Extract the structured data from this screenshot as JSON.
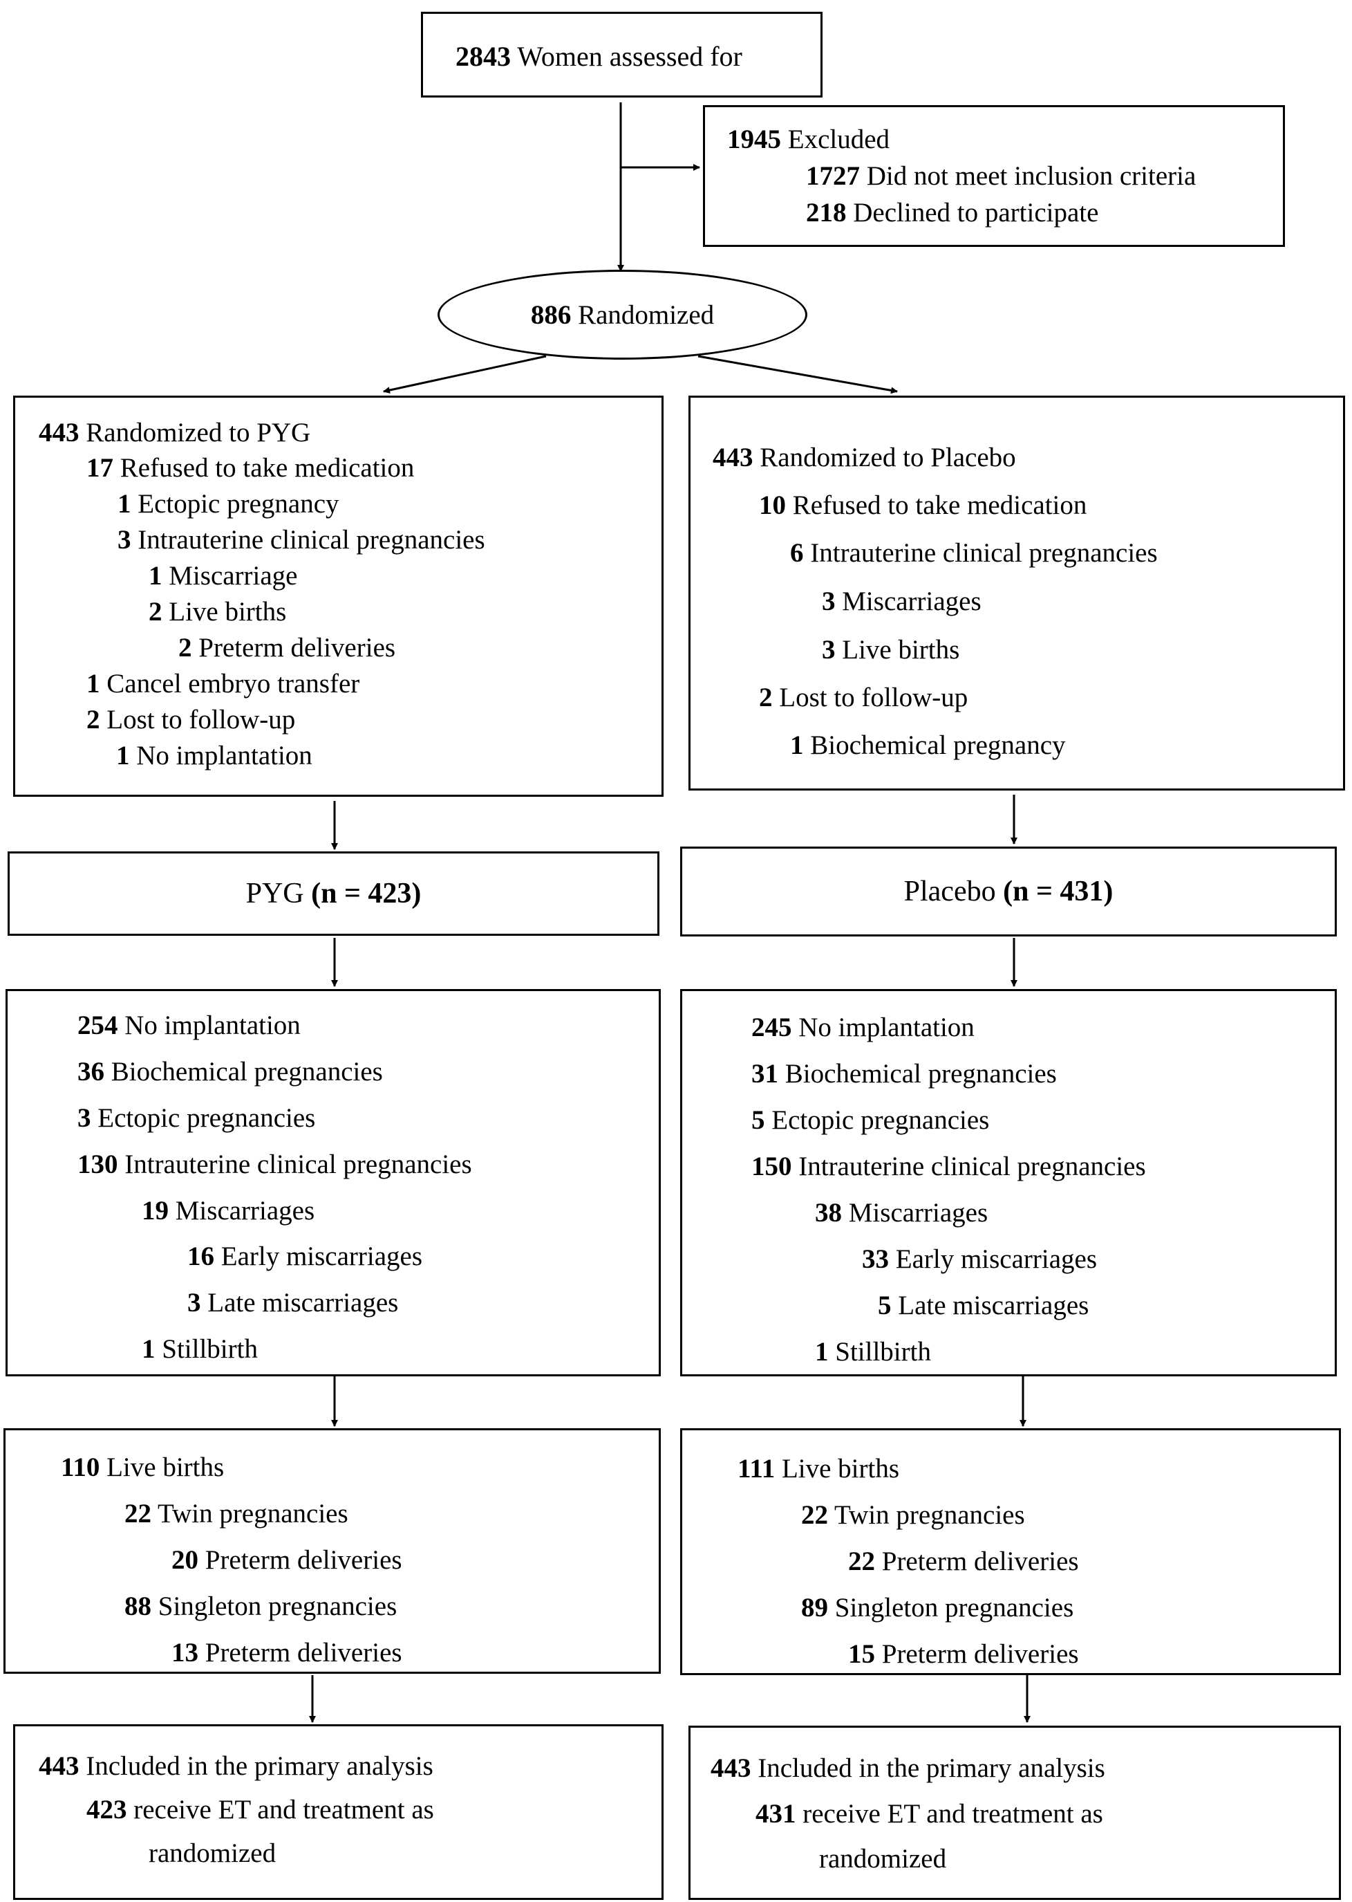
{
  "enrollment": {
    "assessed": {
      "count": "2843",
      "label": "Women assessed for"
    },
    "excluded": {
      "count": "1945",
      "label": "Excluded",
      "items": [
        {
          "count": "1727",
          "label": "Did not meet inclusion criteria"
        },
        {
          "count": "218",
          "label": "Declined to participate"
        }
      ]
    },
    "randomized": {
      "count": "886",
      "label": "Randomized"
    }
  },
  "pyg": {
    "allocation": [
      {
        "count": "443",
        "label": "Randomized to PYG"
      },
      {
        "count": "17",
        "label": "Refused to take medication"
      },
      {
        "count": "1",
        "label": "Ectopic pregnancy"
      },
      {
        "count": "3",
        "label": "Intrauterine clinical pregnancies"
      },
      {
        "count": "1",
        "label": "Miscarriage"
      },
      {
        "count": "2",
        "label": "Live births"
      },
      {
        "count": "2",
        "label": "Preterm deliveries"
      },
      {
        "count": "1",
        "label": "Cancel embryo transfer"
      },
      {
        "count": "2",
        "label": "Lost to follow-up"
      },
      {
        "count": "1",
        "label": "No implantation"
      }
    ],
    "group": {
      "name": "PYG",
      "n_label": "(n = 423)"
    },
    "outcomes": [
      {
        "count": "254",
        "label": "No implantation"
      },
      {
        "count": "36",
        "label": "Biochemical pregnancies"
      },
      {
        "count": "3",
        "label": "Ectopic pregnancies"
      },
      {
        "count": "130",
        "label": "Intrauterine clinical pregnancies"
      },
      {
        "count": "19",
        "label": "Miscarriages"
      },
      {
        "count": "16",
        "label": "Early miscarriages"
      },
      {
        "count": "3",
        "label": "Late miscarriages"
      },
      {
        "count": "1",
        "label": "Stillbirth"
      }
    ],
    "births": [
      {
        "count": "110",
        "label": "Live births"
      },
      {
        "count": "22",
        "label": "Twin pregnancies"
      },
      {
        "count": "20",
        "label": "Preterm deliveries"
      },
      {
        "count": "88",
        "label": "Singleton pregnancies"
      },
      {
        "count": "13",
        "label": "Preterm deliveries"
      }
    ],
    "analysis": {
      "count": "443",
      "label": "Included in the primary analysis",
      "sub_count": "423",
      "sub_label": "receive ET and treatment as",
      "sub_label_2": "randomized"
    }
  },
  "placebo": {
    "allocation": [
      {
        "count": "443",
        "label": "Randomized to Placebo"
      },
      {
        "count": "10",
        "label": "Refused to take medication"
      },
      {
        "count": "6",
        "label": "Intrauterine clinical pregnancies"
      },
      {
        "count": "3",
        "label": "Miscarriages"
      },
      {
        "count": "3",
        "label": "Live births"
      },
      {
        "count": "2",
        "label": "Lost to follow-up"
      },
      {
        "count": "1",
        "label": "Biochemical pregnancy"
      }
    ],
    "group": {
      "name": "Placebo",
      "n_label": "(n = 431)"
    },
    "outcomes": [
      {
        "count": "245",
        "label": "No implantation"
      },
      {
        "count": "31",
        "label": "Biochemical pregnancies"
      },
      {
        "count": "5",
        "label": "Ectopic pregnancies"
      },
      {
        "count": "150",
        "label": "Intrauterine clinical pregnancies"
      },
      {
        "count": "38",
        "label": "Miscarriages"
      },
      {
        "count": "33",
        "label": "Early miscarriages"
      },
      {
        "count": "5",
        "label": "Late miscarriages"
      },
      {
        "count": "1",
        "label": "Stillbirth"
      }
    ],
    "births": [
      {
        "count": "111",
        "label": "Live births"
      },
      {
        "count": "22",
        "label": "Twin pregnancies"
      },
      {
        "count": "22",
        "label": "Preterm deliveries"
      },
      {
        "count": "89",
        "label": "Singleton pregnancies"
      },
      {
        "count": "15",
        "label": "Preterm deliveries"
      }
    ],
    "analysis": {
      "count": "443",
      "label": "Included in the primary analysis",
      "sub_count": "431",
      "sub_label": "receive ET and treatment as",
      "sub_label_2": "randomized"
    }
  }
}
